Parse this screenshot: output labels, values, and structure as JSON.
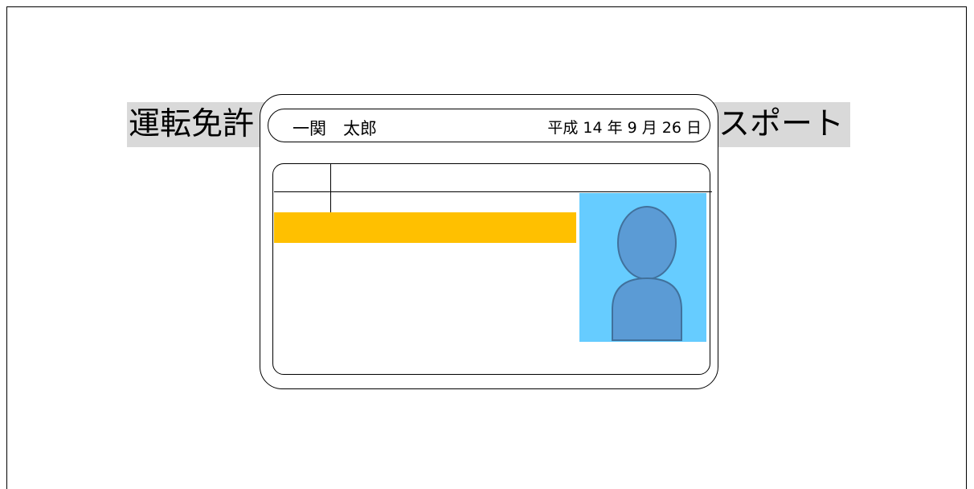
{
  "background_caption": {
    "left_text": "運転免許",
    "right_text": "スポート"
  },
  "card": {
    "name": "一関　太郎",
    "birth_date": "平成 14 年 9 月 26 日"
  },
  "colors": {
    "caption_bg": "#d9d9d9",
    "highlight_bar": "#ffc000",
    "photo_bg": "#66ccff",
    "silhouette_fill": "#5b9bd5",
    "silhouette_stroke": "#41719c"
  },
  "icons": {
    "photo": "person-silhouette-icon"
  }
}
